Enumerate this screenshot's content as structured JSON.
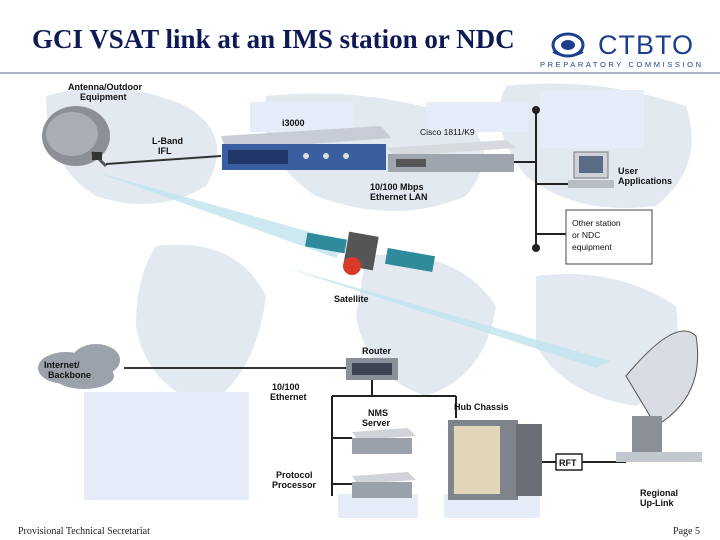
{
  "slide": {
    "title": "GCI VSAT link at an IMS station or NDC",
    "logo_text": "CTBTO",
    "logo_subtitle": "PREPARATORY COMMISSION",
    "footer_left": "Provisional Technical Secretariat",
    "footer_right": "Page 5"
  },
  "diagram": {
    "antenna_label_1": "Antenna/Outdoor",
    "antenna_label_2": "Equipment",
    "lband_1": "L-Band",
    "lband_2": "IFL",
    "modem_label": "i3000",
    "router_cisco": "Cisco 1811/K9",
    "lan_1": "10/100 Mbps",
    "lan_2": "Ethernet LAN",
    "user_1": "User",
    "user_2": "Applications",
    "other_1": "Other station",
    "other_2": "or NDC",
    "other_3": "equipment",
    "satellite": "Satellite",
    "internet_1": "Internet/",
    "internet_2": "Backbone",
    "router": "Router",
    "eth_1": "10/100",
    "eth_2": "Ethernet",
    "nms_1": "NMS",
    "nms_2": "Server",
    "hub": "Hub Chassis",
    "proto_1": "Protocol",
    "proto_2": "Processor",
    "rft": "RFT",
    "regional_1": "Regional",
    "regional_2": "Up-Link"
  },
  "colors": {
    "title": "#0d1a55",
    "logo": "#1c3f8e",
    "map": "#dfe6ee",
    "placeholder": "#e7edf8",
    "beam": "#bfe3ef"
  }
}
